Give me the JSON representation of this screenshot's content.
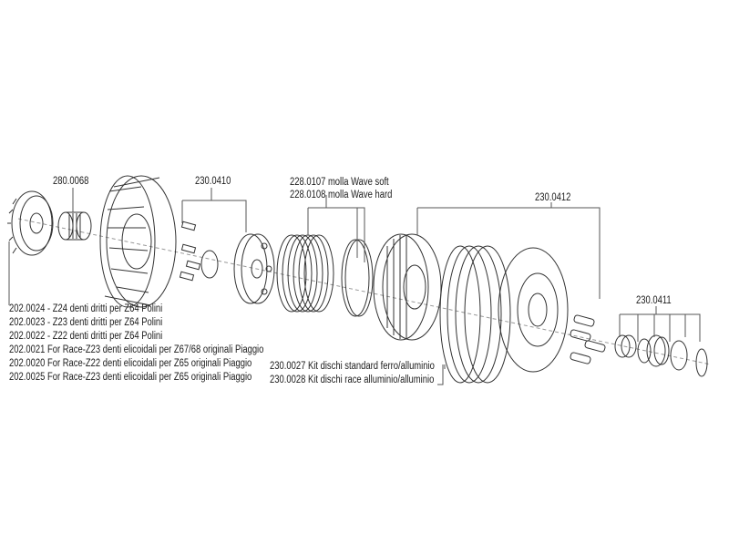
{
  "callouts": {
    "bearing": "280.0068",
    "basket_bolts": "230.0410",
    "spring_soft": "228.0107 molla Wave soft",
    "spring_hard": "228.0108  molla Wave hard",
    "pressure_plate": "230.0412",
    "small_parts": "230.0411"
  },
  "gears": [
    "202.0024 - Z24 denti dritti per Z64 Polini",
    "202.0023 - Z23 denti dritti per Z64 Polini",
    "202.0022 - Z22 denti dritti per Z64 Polini",
    "202.0021 For Race-Z23 denti elicoidali per Z67/68 originali Piaggio",
    "202.0020 For Race-Z22 denti elicoidali per Z65 originali Piaggio",
    "202.0025 For Race-Z23 denti elicoidali per Z65 originali Piaggio"
  ],
  "disc_kits": [
    "230.0027 Kit dischi standard ferro/alluminio",
    "230.0028 Kit dischi race alluminio/alluminio"
  ]
}
